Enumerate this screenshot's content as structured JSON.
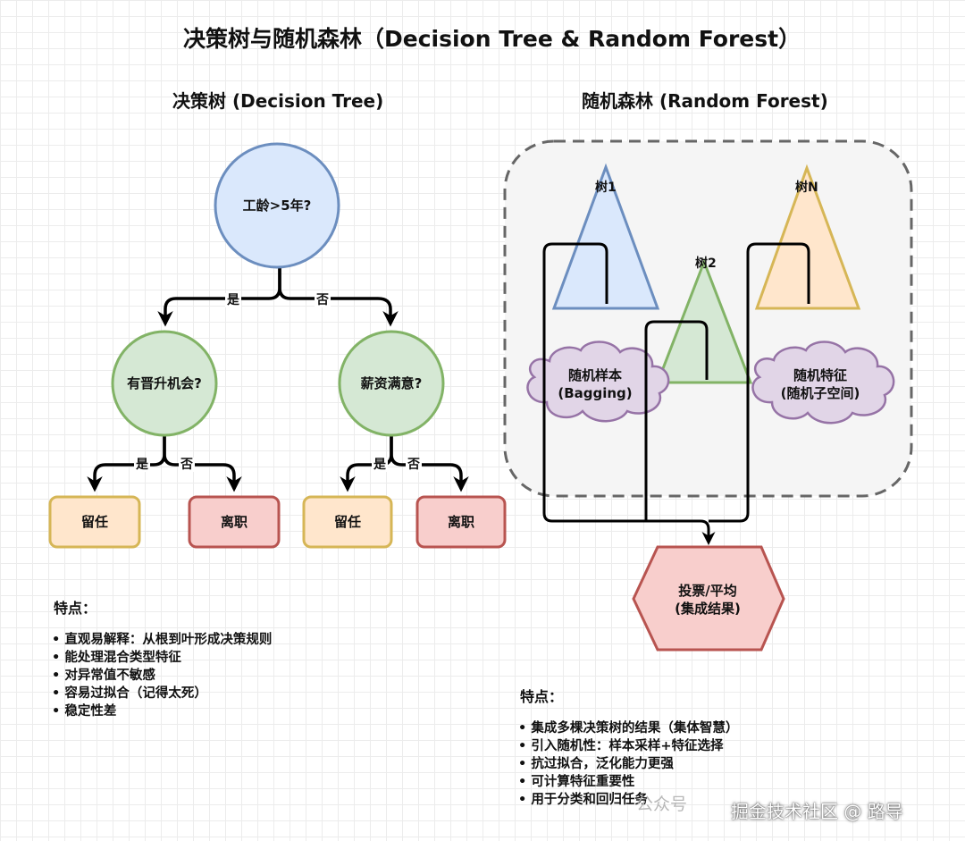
{
  "title": "决策树与随机森林（Decision Tree & Random Forest）",
  "decision_tree": {
    "heading": "决策树 (Decision Tree)",
    "root": "工龄>5年?",
    "left_node": "有晋升机会?",
    "right_node": "薪资满意?",
    "leaf_stay": "留任",
    "leaf_leave": "离职",
    "yes": "是",
    "no": "否",
    "features_title": "特点：",
    "features": [
      "直观易解释：从根到叶形成决策规则",
      "能处理混合类型特征",
      "对异常值不敏感",
      "容易过拟合（记得太死）",
      "稳定性差"
    ]
  },
  "random_forest": {
    "heading": "随机森林 (Random Forest)",
    "tree1": "树1",
    "tree2": "树2",
    "treeN": "树N",
    "cloud_left_line1": "随机样本",
    "cloud_left_line2": "(Bagging)",
    "cloud_right_line1": "随机特征",
    "cloud_right_line2": "(随机子空间)",
    "result_line1": "投票/平均",
    "result_line2": "(集成结果)",
    "features_title": "特点：",
    "features": [
      "集成多棵决策树的结果（集体智慧）",
      "引入随机性：样本采样+特征选择",
      "抗过拟合，泛化能力更强",
      "可计算特征重要性",
      "用于分类和回归任务"
    ]
  },
  "watermark": {
    "faint": "公众号",
    "main": "掘金技术社区 @ 路导"
  },
  "colors": {
    "blue_fill": "#dae8fc",
    "blue_stroke": "#6c8ebf",
    "green_fill": "#d5e8d4",
    "green_stroke": "#82b366",
    "orange_fill": "#ffe6cc",
    "orange_stroke": "#d6b656",
    "red_fill": "#f8cecc",
    "red_stroke": "#b85450",
    "purple_fill": "#e1d5e7",
    "purple_stroke": "#9673a6"
  }
}
